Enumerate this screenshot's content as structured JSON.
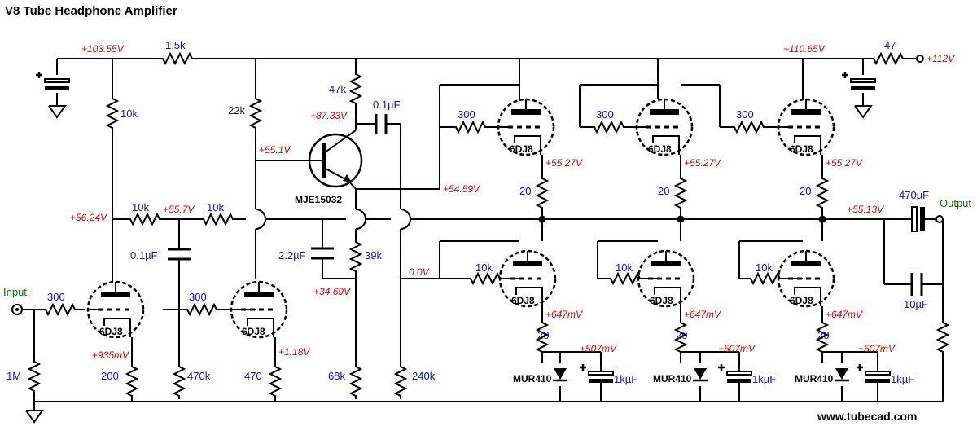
{
  "title": "V8 Tube Headphone Amplifier",
  "website": "www.tubecad.com",
  "labels": {
    "input": "Input",
    "output": "Output"
  },
  "voltages": {
    "v_rail_left": "+103.55V",
    "v_rail_right": "+110.65V",
    "v_supply": "+112V",
    "v_q_collector": "+87.33V",
    "v_q_base": "+55.1V",
    "v_q_emitter": "+54.59V",
    "v_cathode_top_1": "+55.27V",
    "v_cathode_top_2": "+55.27V",
    "v_cathode_top_3": "+55.27V",
    "v_plate_v1": "+56.24V",
    "v_mid_node": "+55.7V",
    "v_output_node": "+55.13V",
    "v_bias_node": "+34.69V",
    "v_grid_bottom": "0.0V",
    "v_cathode_v1": "+935mV",
    "v_cathode_v2": "+1.18V",
    "v_cathode_bot_1": "+647mV",
    "v_cathode_bot_2": "+647mV",
    "v_cathode_bot_3": "+647mV",
    "v_diode_1": "+507mV",
    "v_diode_2": "+507mV",
    "v_diode_3": "+507mV"
  },
  "components": {
    "r_rail": "1.5k",
    "r_supply": "47",
    "r_v1_plate": "10k",
    "r_v2_plate": "22k",
    "r_q_collector": "47k",
    "c_q_bootstrap": "0.1µF",
    "r_grid_top_1": "300",
    "r_grid_top_2": "300",
    "r_grid_top_3": "300",
    "r_cathode_top_1": "20",
    "r_cathode_top_2": "20",
    "r_cathode_top_3": "20",
    "r_series_1": "10k",
    "r_series_2": "10k",
    "c_output": "470µF",
    "c_coupling": "0.1µF",
    "c_bias": "2.2µF",
    "r_bias_upper": "39k",
    "r_grid_v1": "300",
    "r_grid_v2": "300",
    "r_grid_bot_1": "10k",
    "r_grid_bot_2": "10k",
    "r_grid_bot_3": "10k",
    "c_output_bypass": "10µF",
    "r_input": "1M",
    "r_cathode_v1": "200",
    "r_v2_grid": "470k",
    "r_cathode_v2": "470",
    "r_bias_lower": "68k",
    "r_bias_bottom": "240k",
    "r_cathode_bot_1": "20",
    "r_cathode_bot_2": "20",
    "r_cathode_bot_3": "20",
    "c_cathode_1": "1kµF",
    "c_cathode_2": "1kµF",
    "c_cathode_3": "1kµF"
  },
  "parts": {
    "tubes": [
      "6DJ8",
      "6DJ8",
      "6DJ8",
      "6DJ8",
      "6DJ8",
      "6DJ8",
      "6DJ8",
      "6DJ8"
    ],
    "transistor": "MJE15032",
    "diodes": [
      "MUR410",
      "MUR410",
      "MUR410"
    ]
  }
}
